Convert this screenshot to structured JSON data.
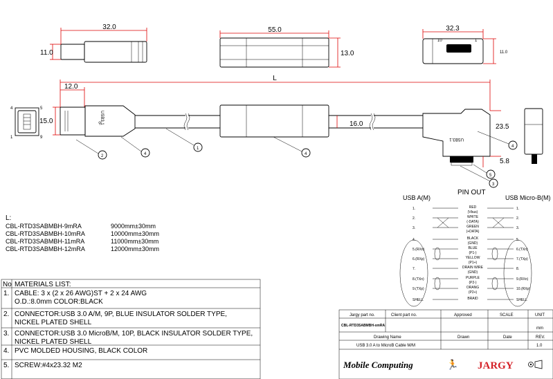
{
  "dimensions": {
    "plug_a_length": "32.0",
    "plug_a_height": "11.0",
    "housing_length": "55.0",
    "housing_height": "13.0",
    "micro_length": "32.3",
    "micro_height": "11.0",
    "overall_length": "L",
    "a_head_length": "12.0",
    "a_head_width": "15.0",
    "cable_dia": "16.0",
    "micro_offset": "23.5",
    "micro_tip": "5.8"
  },
  "pin_numbers": {
    "a_top_left": "4",
    "a_top_right": "5",
    "a_bottom_left": "1",
    "a_bottom_right": "9",
    "micro_left": "10",
    "micro_right": "1"
  },
  "callouts": [
    "1",
    "2",
    "3",
    "4",
    "5"
  ],
  "plug_labels": {
    "a_marking": "USB3.1",
    "micro_marking": "USB3.1"
  },
  "pinout": {
    "title": "PIN OUT",
    "left_header": "USB A(M)",
    "right_header": "USB Micro-B(M)",
    "rows": [
      {
        "left": "1.",
        "wire": "RED",
        "sub": "(Vbus)",
        "right": "1."
      },
      {
        "left": "2.",
        "wire": "WHITE",
        "sub": "(-DATA)",
        "right": "2."
      },
      {
        "left": "3.",
        "wire": "GREEN",
        "sub": "(+DATA)",
        "right": "3."
      },
      {
        "left": "4.",
        "wire": "BLACK",
        "sub": "(GND)",
        "right": "5."
      },
      {
        "left": "5.(RXn)",
        "wire": "BLUE",
        "sub": "(P1-)",
        "right": "6.(TXn)"
      },
      {
        "left": "6.(RXp)",
        "wire": "YELLOW",
        "sub": "(P1+)",
        "right": "7.(TXp)"
      },
      {
        "left": "7.",
        "wire": "DRAIN WIRE",
        "sub": "(GND)",
        "right": "8."
      },
      {
        "left": "8.(TXn)",
        "wire": "PURPLE",
        "sub": "(P2-)",
        "right": "9.(RXn)"
      },
      {
        "left": "9.(TXp)",
        "wire": "ORANG",
        "sub": "(P2+)",
        "right": "10.(RXp)"
      },
      {
        "left": "SHELL",
        "wire": "BRAID",
        "sub": "",
        "right": "SHELL"
      }
    ]
  },
  "length_table": {
    "title": "L:",
    "rows": [
      {
        "part": "CBL-RTD3SABMBH-9mRA",
        "length": "9000mm±30mm"
      },
      {
        "part": "CBL-RTD3SABMBH-10mRA",
        "length": "10000mm±30mm"
      },
      {
        "part": "CBL-RTD3SABMBH-11mRA",
        "length": "11000mm±30mm"
      },
      {
        "part": "CBL-RTD3SABMBH-12mRA",
        "length": "12000mm±30mm"
      }
    ]
  },
  "materials": {
    "header_no": "No",
    "header_title": "MATERIALS LIST:",
    "items": [
      {
        "no": "1.",
        "line1": "CABLE: 3 x (2 x 26 AWG)ST + 2 x 24 AWG",
        "line2": "O.D.:8.0mm COLOR:BLACK"
      },
      {
        "no": "2.",
        "line1": "CONNECTOR:USB 3.0 A/M, 9P, BLUE INSULATOR SOLDER TYPE,",
        "line2": "NICKEL PLATED SHELL"
      },
      {
        "no": "3.",
        "line1": "CONNECTOR:USB 3.0 MicroB/M, 10P, BLACK INSULATOR SOLDER TYPE,",
        "line2": "NICKEL PLATED SHELL"
      },
      {
        "no": "4.",
        "line1": "PVC MOLDED HOUSING, BLACK COLOR",
        "line2": ""
      },
      {
        "no": "5.",
        "line1": "SCREW:#4x23.32 M2",
        "line2": ""
      }
    ]
  },
  "title_block": {
    "h_jargy_part": "Jargy part no.",
    "h_client_part": "Client part no.",
    "h_approved": "Approved",
    "h_scale": "SCALE",
    "h_unit": "UNIT",
    "part_no": "CBL-RTD3SABMBH-xmRA",
    "unit": "mm",
    "h_drawing_name": "Drawing Name",
    "h_drawn": "Drawn",
    "h_date": "Date",
    "h_rev": "REV.",
    "drawing_name": "USB 3.0 A to MicroB Cable M/M",
    "rev": "1.0",
    "logo_left": "Mobile Computing",
    "logo_right": "JARGY",
    "brand_color": "#d41f26"
  }
}
